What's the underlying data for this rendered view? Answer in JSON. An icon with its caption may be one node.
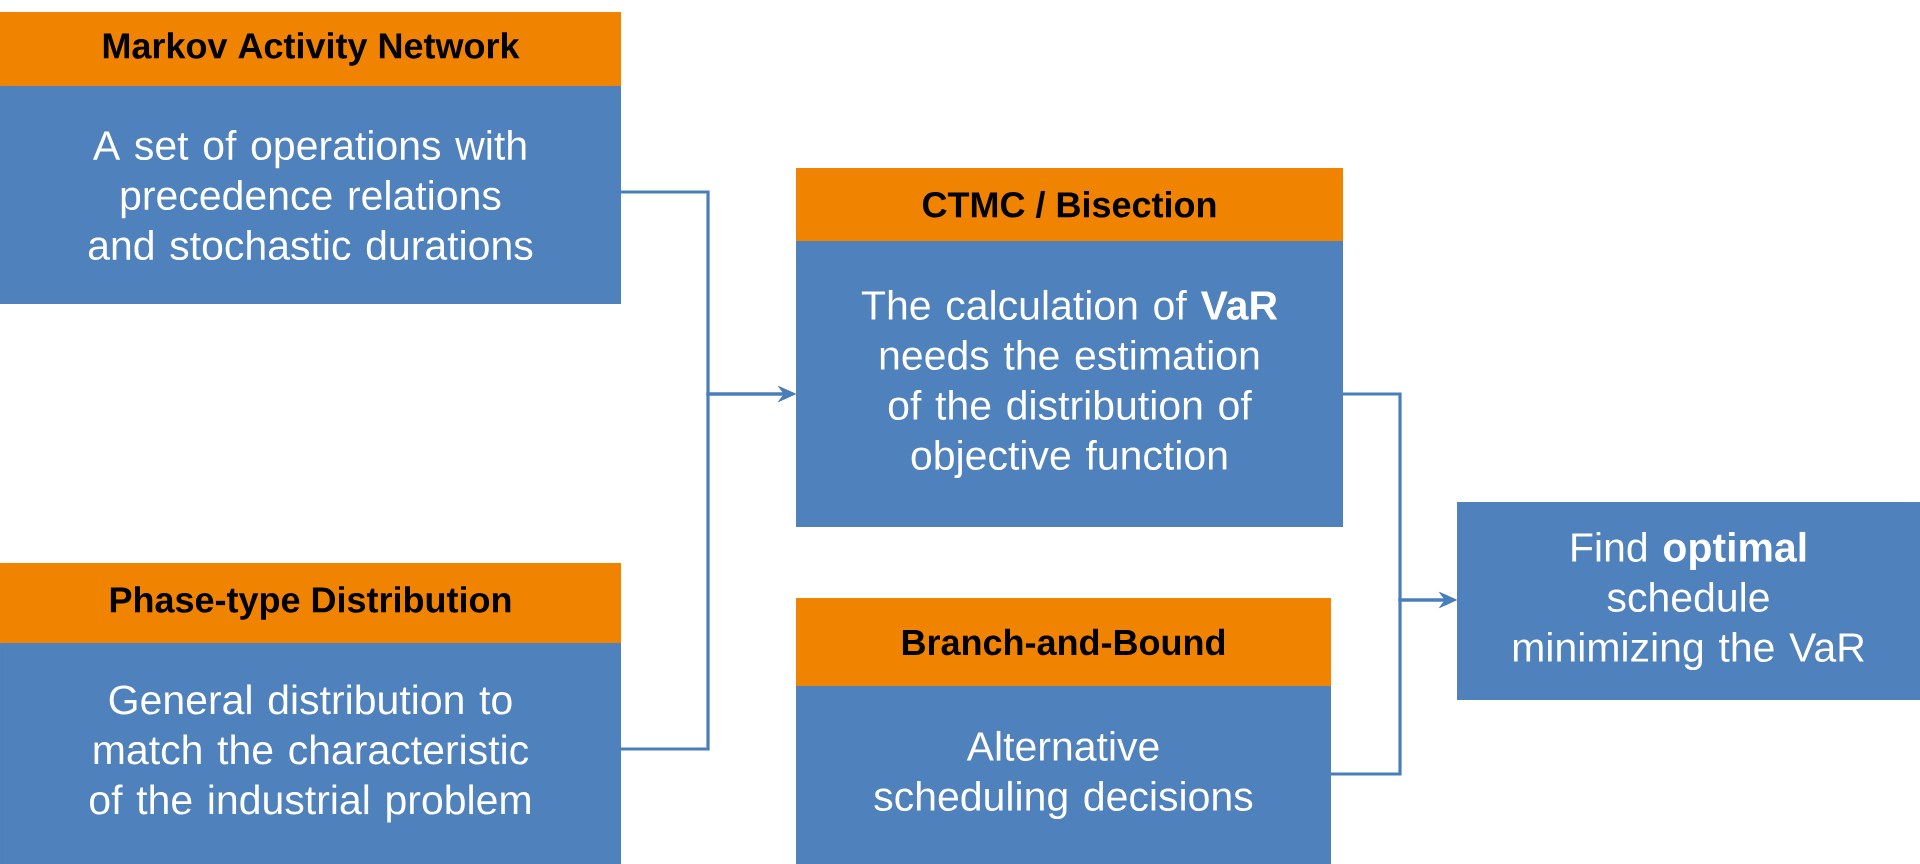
{
  "diagram": {
    "nodes": [
      {
        "text": [
          "Markov Activity Network",
          "A set of operations with precedence relations and stochastic durations"
        ]
      },
      {
        "text": [
          "Phase-type Distribution",
          "General distribution to match the characteristic of the industrial problem"
        ]
      },
      {
        "text": [
          "CTMC / Bisection",
          "The calculation of **VaR** needs the estimation of the distribution of objective function"
        ]
      },
      {
        "text": [
          "Branch-and-Bound",
          "Alternative scheduling decisions"
        ]
      },
      {
        "text": [
          "Find **optimal** schedule minimizing the VaR"
        ]
      }
    ],
    "edges": [
      {
        "from": 0,
        "to": 2,
        "arrow": "to"
      },
      {
        "from": 1,
        "to": 2,
        "arrow": "to"
      },
      {
        "from": 2,
        "to": 4,
        "arrow": "to"
      },
      {
        "from": 3,
        "to": 4,
        "arrow": "to"
      }
    ]
  }
}
